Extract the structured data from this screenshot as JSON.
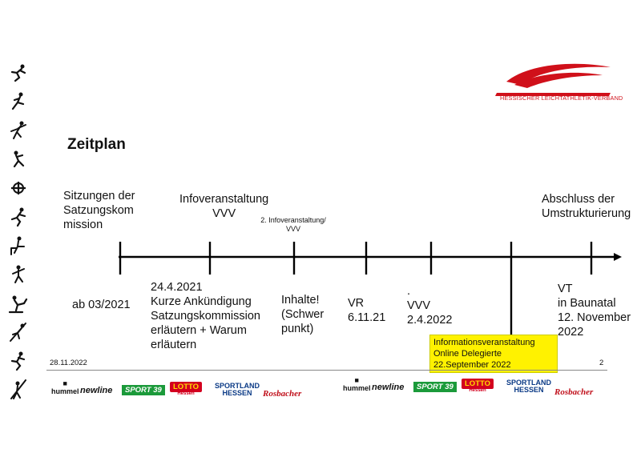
{
  "header": {
    "logo_text": "HESSISCHER LEICHTATHLETIK-VERBAND",
    "brand_color": "#d0101a"
  },
  "title": "Zeitplan",
  "timeline": {
    "above": [
      {
        "lines": [
          "Sitzungen der",
          "Satzungskom",
          "mission"
        ]
      },
      {
        "lines": [
          "Infoveranstaltung",
          "VVV"
        ]
      },
      {
        "lines": [
          "2. Infoveranstaltung/",
          "VVV"
        ]
      },
      {
        "lines": [
          "Abschluss der",
          "Umstrukturierung"
        ]
      }
    ],
    "below": [
      {
        "lines": [
          "ab 03/2021"
        ]
      },
      {
        "lines": [
          "24.4.2021",
          "Kurze Ankündigung",
          "Satzungskommission",
          "erläutern + Warum",
          "erläutern"
        ]
      },
      {
        "lines": [
          "Inhalte!",
          "(Schwer",
          "punkt)"
        ]
      },
      {
        "lines": [
          "VR",
          "6.11.21"
        ]
      },
      {
        "lines": [
          ".",
          "VVV",
          "2.4.2022"
        ]
      },
      {
        "lines": [
          "VT",
          "in Baunatal",
          "12. November",
          "2022"
        ]
      }
    ],
    "highlight": {
      "lines": [
        "Informationsveranstaltung",
        "Online Delegierte",
        "22.September 2022"
      ],
      "color": "#fff200"
    }
  },
  "footer": {
    "date": "28.11.2022",
    "page": "2"
  },
  "sponsors": {
    "hummel": "hummel",
    "newline": "newline",
    "sport": "SPORT 39",
    "lotto": "LOTTO",
    "lotto_sub": "Hessen",
    "sportland_1": "SPORTLAND",
    "sportland_2": "HESSEN",
    "rosbacher": "Rosbacher"
  }
}
